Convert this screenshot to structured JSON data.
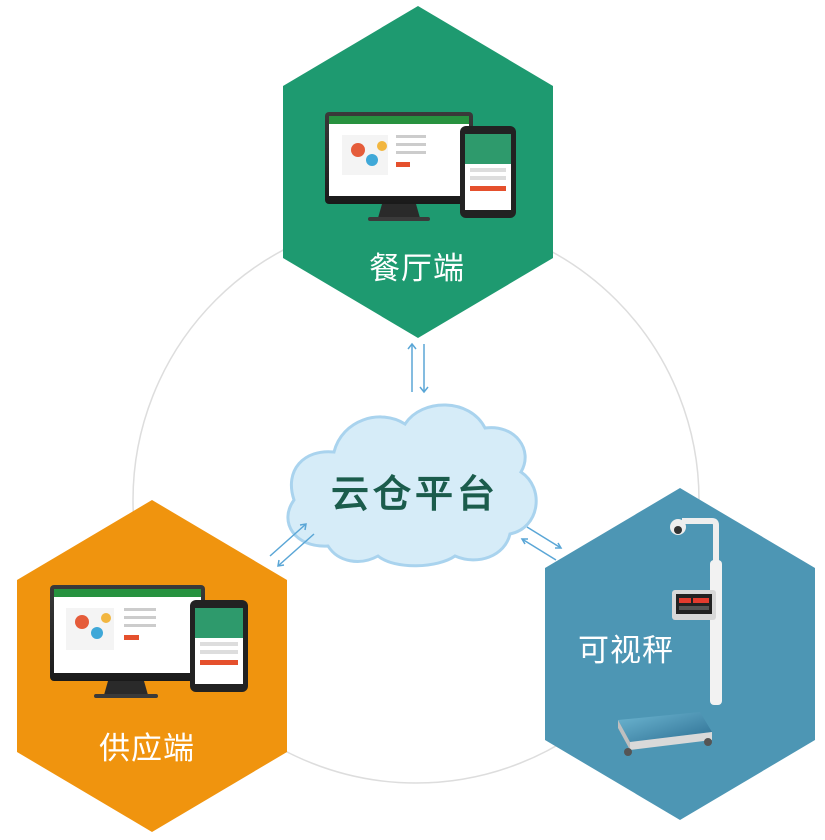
{
  "center": {
    "label": "云仓平台"
  },
  "nodes": {
    "restaurant": {
      "label": "餐厅端",
      "color": "#1e9a70"
    },
    "supplier": {
      "label": "供应端",
      "color": "#f0940e"
    },
    "scale": {
      "label": "可视秤",
      "color": "#4d96b4"
    }
  },
  "colors": {
    "cloud_fill": "#d6ecf8",
    "cloud_stroke": "#a9d3ee",
    "ring": "#dddddd",
    "arrow": "#5aa6d6"
  },
  "icons": [
    "desktop-icon",
    "tablet-icon",
    "scale-device-icon",
    "cloud-icon"
  ]
}
